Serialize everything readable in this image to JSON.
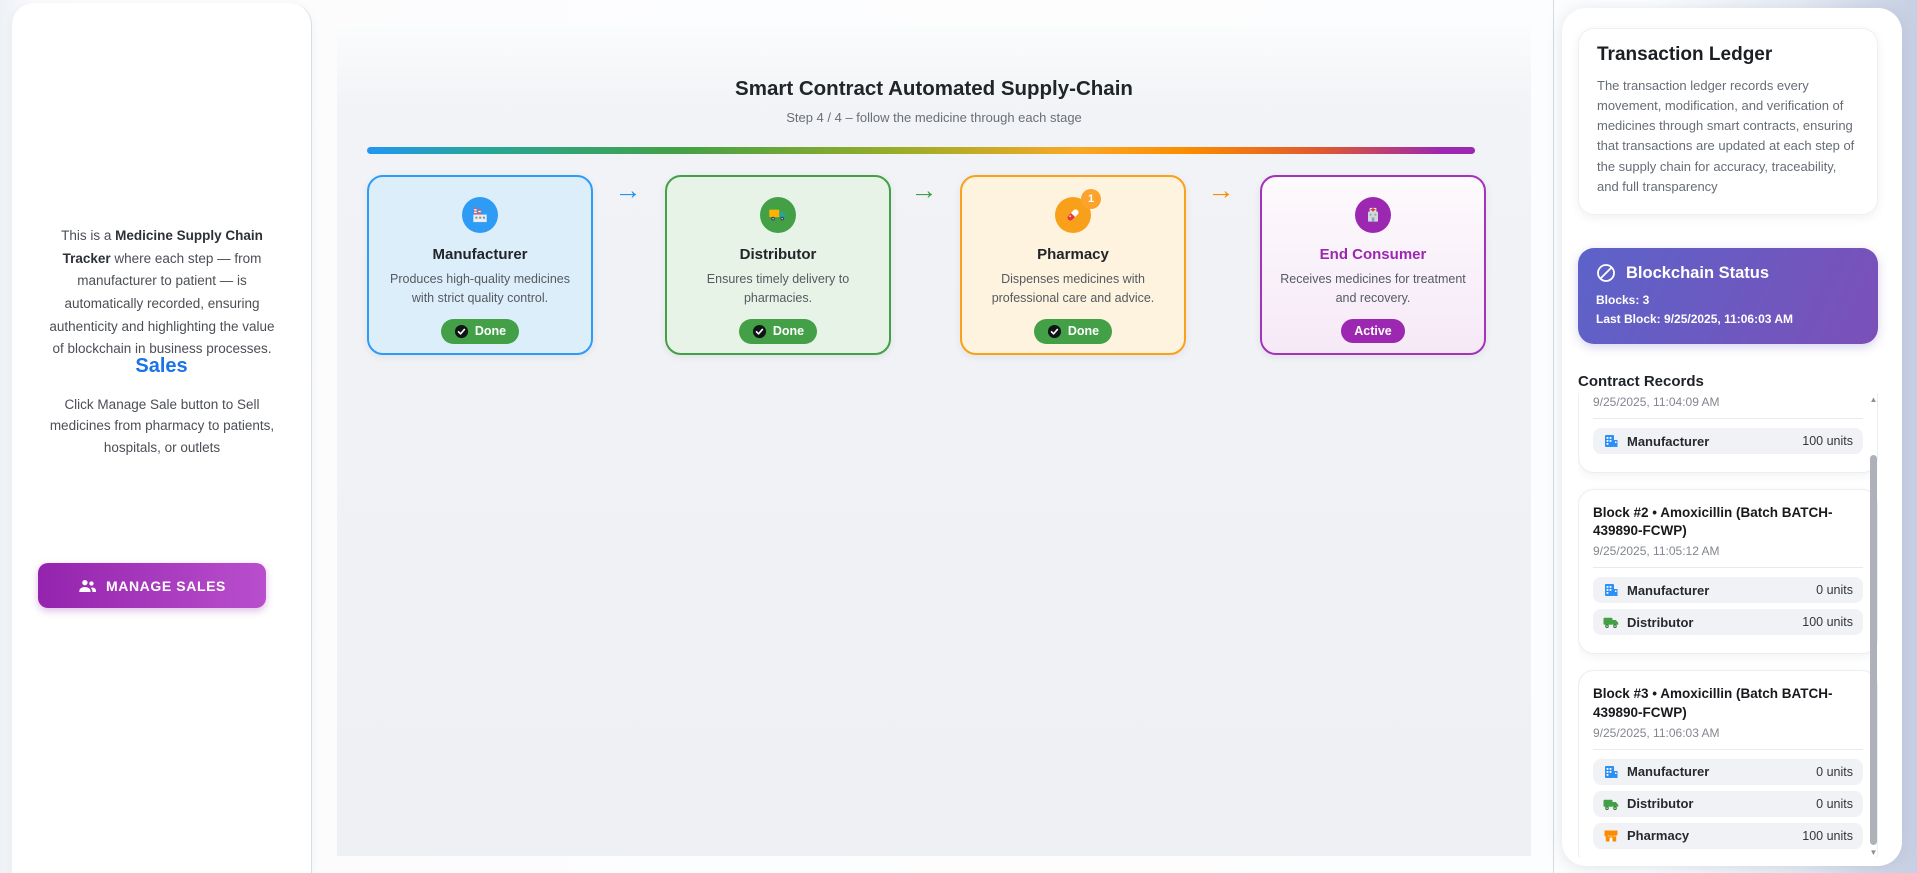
{
  "left_panel": {
    "intro_prefix": "This is a ",
    "intro_bold": "Medicine Supply Chain Tracker",
    "intro_rest": " where each step — from manufacturer to patient — is automatically recorded, ensuring authenticity and highlighting the value of blockchain in business processes.",
    "sales_heading": "Sales",
    "sales_text": "Click Manage Sale button to Sell medicines from pharmacy to patients, hospitals, or outlets",
    "manage_sales_label": "MANAGE SALES"
  },
  "main": {
    "title": "Smart Contract Automated Supply-Chain",
    "subtitle": "Step 4 / 4 – follow the medicine through each stage",
    "arrow_glyph": "→",
    "stages": [
      {
        "name": "Manufacturer",
        "description": "Produces high-quality medicines with strict quality control.",
        "status": "Done",
        "icon": "factory-icon",
        "accent": "#2e9bf5"
      },
      {
        "name": "Distributor",
        "description": "Ensures timely delivery to pharmacies.",
        "status": "Done",
        "icon": "truck-icon",
        "accent": "#43a047"
      },
      {
        "name": "Pharmacy",
        "description": "Dispenses medicines with professional care and advice.",
        "status": "Done",
        "icon": "pill-icon",
        "accent": "#f9a11b",
        "badge_count": "1"
      },
      {
        "name": "End Consumer",
        "description": "Receives medicines for treatment and recovery.",
        "status": "Active",
        "icon": "hospital-icon",
        "accent": "#9c27b0"
      }
    ]
  },
  "sidebar": {
    "ledger": {
      "title": "Transaction Ledger",
      "description": "The transaction ledger records every movement, modification, and verification of medicines through smart contracts, ensuring that transactions are updated at each step of the supply chain for accuracy, traceability, and full transparency"
    },
    "status": {
      "title": "Blockchain Status",
      "blocks_label": "Blocks: 3",
      "last_block_label": "Last Block: 9/25/2025, 11:06:03 AM",
      "icon": "slash-circle-icon"
    },
    "records": {
      "heading": "Contract Records",
      "blocks": [
        {
          "time": "9/25/2025, 11:04:09 AM",
          "rows": [
            {
              "party": "Manufacturer",
              "units": "100 units",
              "icon": "building-icon"
            }
          ]
        },
        {
          "title": "Block #2 • Amoxicillin (Batch BATCH-439890-FCWP)",
          "time": "9/25/2025, 11:05:12 AM",
          "rows": [
            {
              "party": "Manufacturer",
              "units": "0 units",
              "icon": "building-icon"
            },
            {
              "party": "Distributor",
              "units": "100 units",
              "icon": "truck-icon"
            }
          ]
        },
        {
          "title": "Block #3 • Amoxicillin (Batch BATCH-439890-FCWP)",
          "time": "9/25/2025, 11:06:03 AM",
          "rows": [
            {
              "party": "Manufacturer",
              "units": "0 units",
              "icon": "building-icon"
            },
            {
              "party": "Distributor",
              "units": "0 units",
              "icon": "truck-icon"
            },
            {
              "party": "Pharmacy",
              "units": "100 units",
              "icon": "store-icon"
            }
          ]
        }
      ]
    }
  },
  "colors": {
    "accent_blue": "#2e9bf5",
    "accent_green": "#43a047",
    "accent_orange": "#f9a11b",
    "accent_purple": "#9c27b0",
    "status_gradient_start": "#5c63c9",
    "status_gradient_end": "#7b50b8",
    "button_gradient_start": "#9423ad",
    "button_gradient_end": "#b94fcd",
    "sales_heading_blue": "#1a73e8"
  }
}
